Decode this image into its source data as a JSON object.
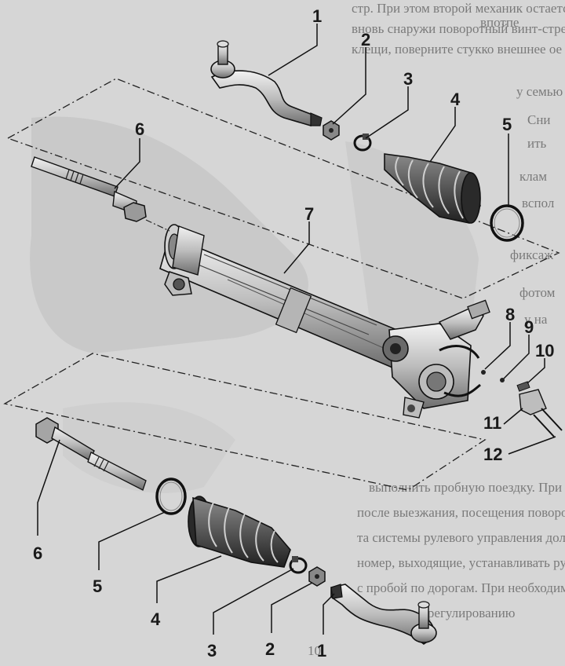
{
  "background_text": {
    "top": [
      "стр. При этом второй механик остается",
      "вновь снаружи поворотный винт-стрела",
      "клещи, поверните стукко внешнее ое"
    ],
    "right_top": "впотпе",
    "right_column": [
      "у семью",
      "Сни",
      "ить",
      "клам",
      "вспол",
      "фиксаж",
      "фотом",
      "у на"
    ],
    "bottom": [
      "выполнить пробную поездку. При этом",
      "после выезжания, посещения поворот",
      "та системы рулевого управления должна",
      "номер, выходящие, устанавливать рулев",
      "с пробой по дорогам. При необходимост",
      "отправить к регулированию"
    ],
    "page_number": "10"
  },
  "callouts": {
    "tie_rod_end_top": "1",
    "lock_nut_top": "2",
    "clamp_top": "3",
    "boot_top": "4",
    "ring_top": "5",
    "inner_tie_rod_top": "6",
    "steering_gear": "7",
    "part_8": "8",
    "part_9": "9",
    "part_10": "10",
    "part_11": "11",
    "part_12": "12",
    "inner_tie_rod_bottom": "6",
    "ring_bottom": "5",
    "boot_bottom": "4",
    "clamp_bottom": "3",
    "lock_nut_bottom": "2",
    "tie_rod_end_bottom": "1"
  }
}
